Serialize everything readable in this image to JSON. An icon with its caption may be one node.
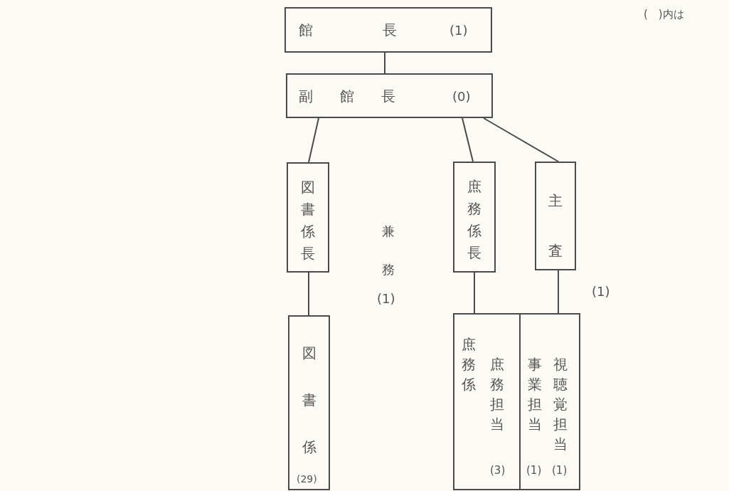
{
  "diagram": {
    "nodes": [
      {
        "text": [
          "館長",
          "(1)"
        ]
      },
      {
        "text": [
          "副館長",
          "(0)"
        ]
      },
      {
        "text": [
          "図書係長"
        ]
      },
      {
        "text": [
          "庶務係長"
        ]
      },
      {
        "text": [
          "主査"
        ]
      },
      {
        "text": [
          "図書係",
          "(29)"
        ]
      },
      {
        "text": [
          "庶務係",
          "庶務担当",
          "(3)"
        ]
      },
      {
        "text": [
          "視聴覚担当",
          "(1)",
          "事業担当",
          "(1)"
        ]
      }
    ],
    "edges": [
      {
        "from": 0,
        "to": 1,
        "arrow": "none"
      },
      {
        "from": 1,
        "to": 2,
        "arrow": "none"
      },
      {
        "from": 1,
        "to": 3,
        "arrow": "none"
      },
      {
        "from": 1,
        "to": 4,
        "arrow": "none"
      },
      {
        "from": 2,
        "to": 5,
        "arrow": "none"
      },
      {
        "from": 3,
        "to": 6,
        "arrow": "none"
      },
      {
        "from": 4,
        "to": 7,
        "arrow": "none"
      }
    ],
    "labels": [
      "(　)内は",
      "兼務",
      "(1)",
      "(1)"
    ]
  }
}
